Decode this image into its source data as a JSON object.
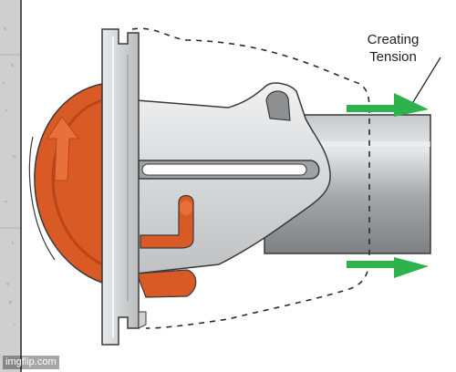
{
  "annotation": {
    "line1": "Creating",
    "line2": "Tension"
  },
  "watermark": "imgflip.com",
  "colors": {
    "orange": "#d95a25",
    "orange_dark": "#b8461a",
    "green": "#2eb24b",
    "tube_gray": "#a9abad",
    "body_gray": "#d9dadb",
    "outline": "#3a3a3a",
    "wall": "#c8c8c8"
  }
}
